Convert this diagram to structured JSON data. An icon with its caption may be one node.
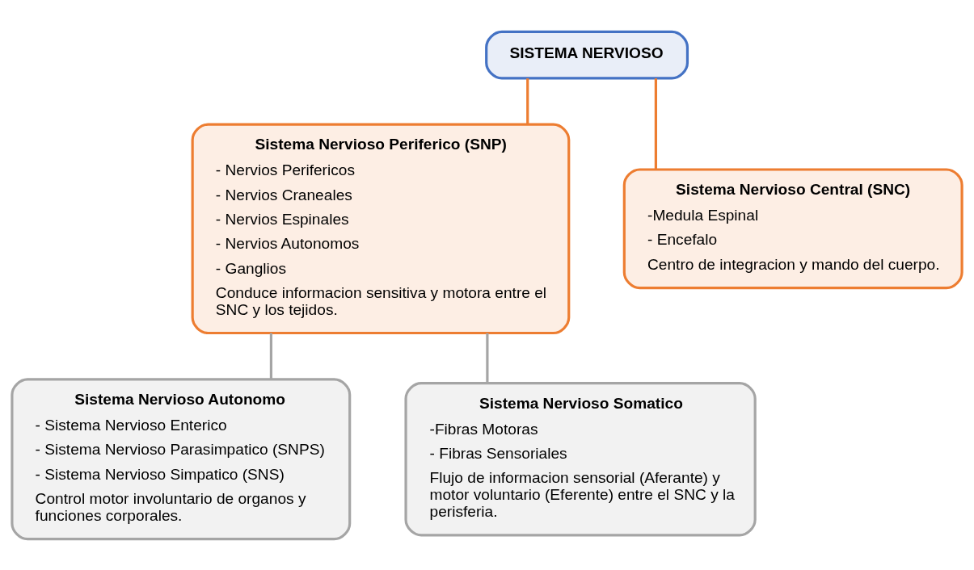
{
  "diagram": {
    "nodes": [
      {
        "text": [
          "SISTEMA NERVIOSO"
        ]
      },
      {
        "text": [
          "Sistema Nervioso Periferico (SNP)",
          "- Nervios Perifericos",
          "- Nervios Craneales",
          "- Nervios Espinales",
          "- Nervios Autonomos",
          "- Ganglios",
          "Conduce informacion sensitiva y motora entre el SNC y los tejidos."
        ]
      },
      {
        "text": [
          "Sistema Nervioso Central (SNC)",
          "-Medula Espinal",
          "- Encefalo",
          "Centro de integracion y mando del cuerpo."
        ]
      },
      {
        "text": [
          "Sistema Nervioso Autonomo",
          "- Sistema Nervioso Enterico",
          "- Sistema Nervioso Parasimpatico (SNPS)",
          "- Sistema Nervioso Simpatico (SNS)",
          "Control motor involuntario de organos y funciones corporales."
        ]
      },
      {
        "text": [
          "Sistema Nervioso Somatico",
          "-Fibras Motoras",
          "- Fibras Sensoriales",
          "Flujo de informacion sensorial (Aferante) y motor voluntario (Eferente) entre el SNC y la perisferia."
        ]
      }
    ],
    "edges": [
      {
        "from": 0,
        "to": 1,
        "arrow": "none",
        "color": "#ed7d31"
      },
      {
        "from": 0,
        "to": 2,
        "arrow": "none",
        "color": "#ed7d31"
      },
      {
        "from": 1,
        "to": 3,
        "arrow": "none",
        "color": "#a5a5a5"
      },
      {
        "from": 1,
        "to": 4,
        "arrow": "none",
        "color": "#a5a5a5"
      }
    ]
  }
}
